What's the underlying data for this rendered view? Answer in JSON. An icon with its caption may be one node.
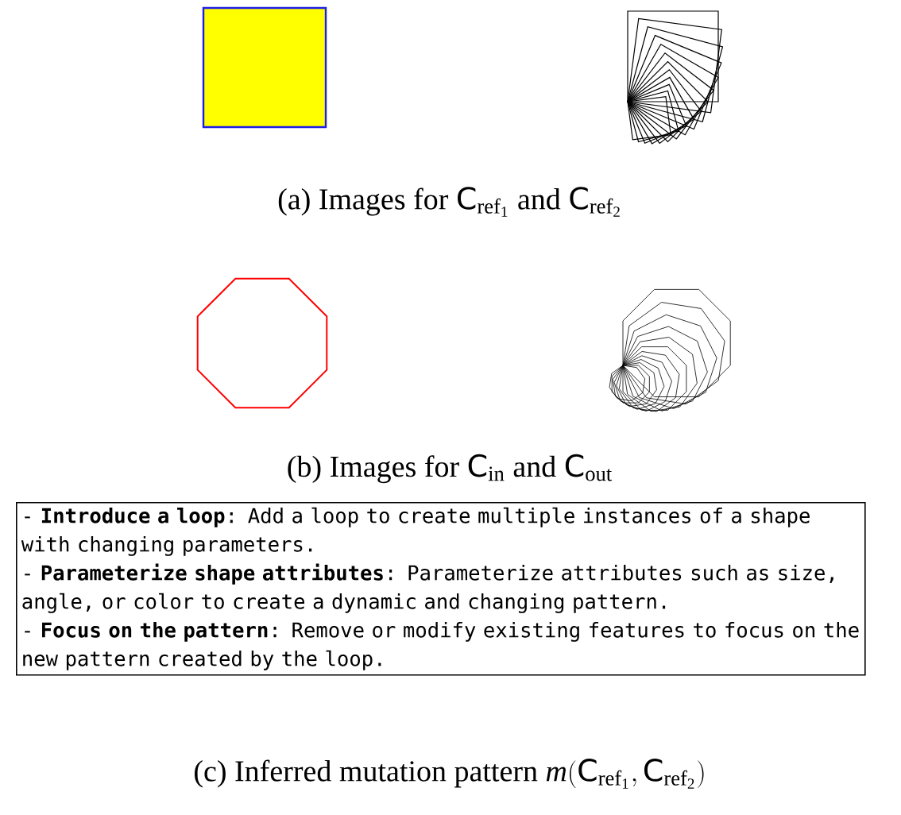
{
  "diagram": {
    "labels": [
      "\\mbox{(a) Images for }\\mathsf{C}_{\\mathrm{ref}_{\\mathrm{1}}}\\mbox{ and }\\mathsf{C}_{\\mathrm{ref}_{\\mathrm{2}}}",
      "\\mbox{(b) Images for }\\mathsf{C}_{\\mathrm{in}}\\mbox{ and }\\mathsf{C}_{\\mathrm{out}}",
      "- **Introduce a loop**: Add a loop to create multiple instances of a shape with changing parameters.",
      "- **Parameterize shape attributes**: Parameterize attributes such as size, angle, or color to create a dynamic and changing pattern.",
      "- **Focus on the pattern**: Remove or modify existing features to focus on the new pattern created by the loop.",
      "\\mbox{(c) Inferred mutation pattern }\\mathit{m}\\mathrm{(}\\mathsf{C}_{\\mathrm{ref}_{\\mathrm{1}}}\\mathrm{,}\\,\\mathsf{C}_{\\mathrm{ref}_{\\mathrm{2}}}\\mathrm{)}"
    ]
  }
}
